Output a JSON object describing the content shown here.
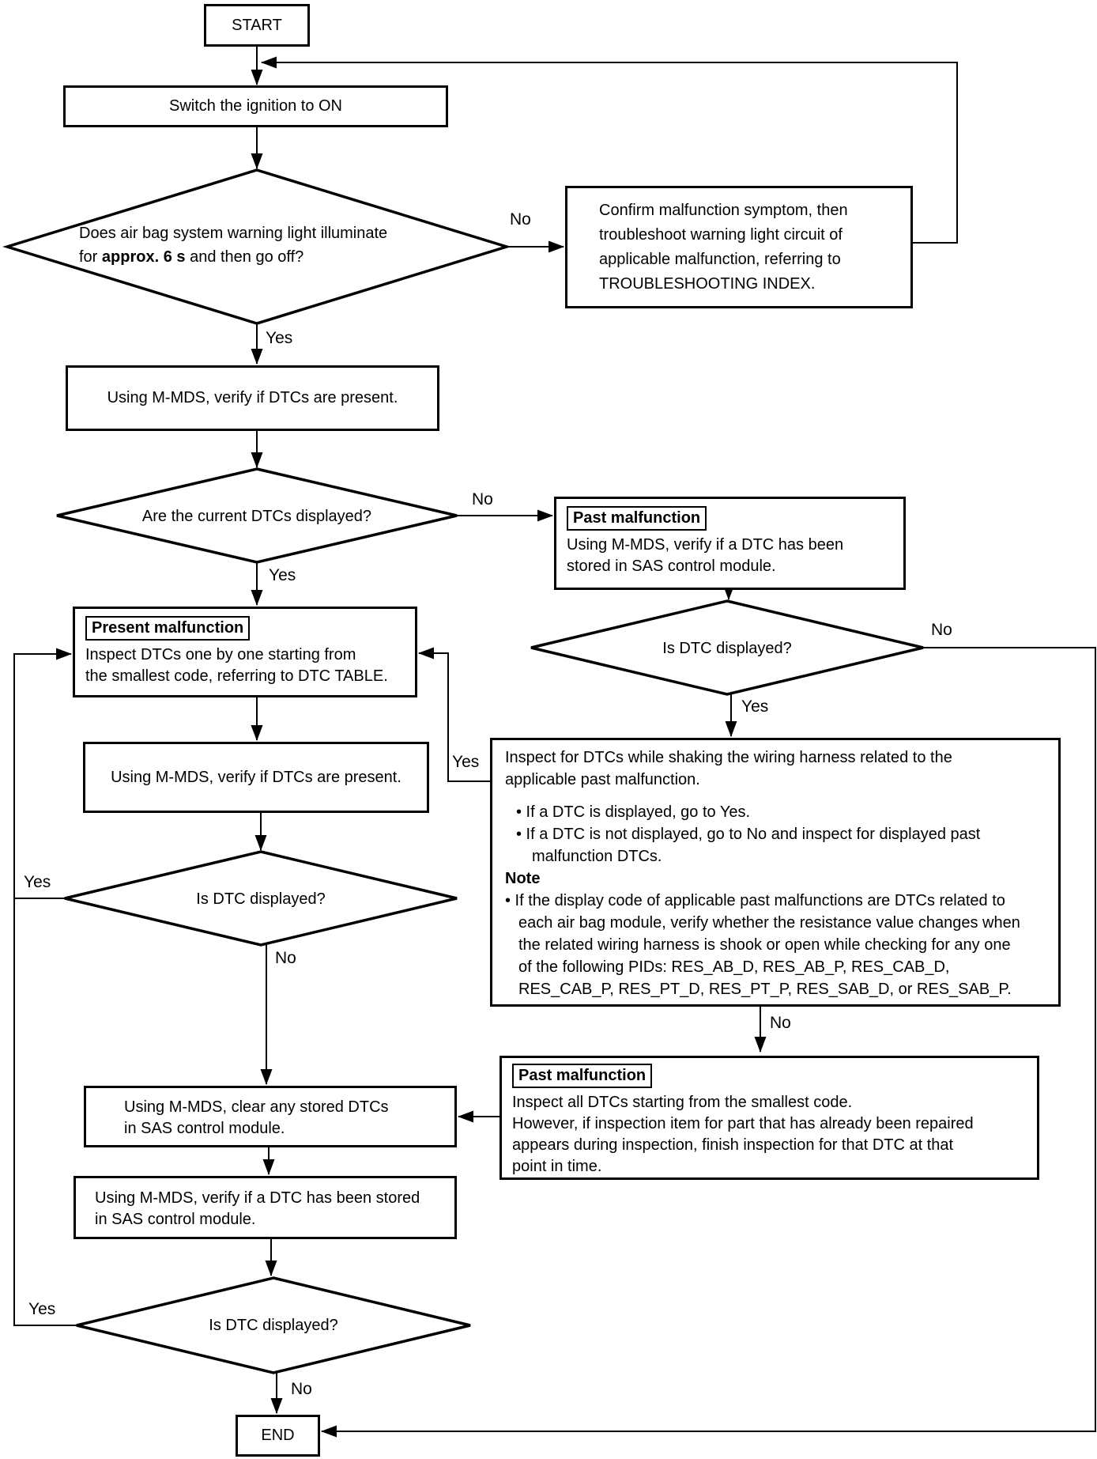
{
  "labels": {
    "yes": "Yes",
    "no": "No"
  },
  "nodes": {
    "start": {
      "label": "START"
    },
    "switch_ignition": {
      "label": "Switch the ignition to ON"
    },
    "warning_light": {
      "line1": "Does air bag system warning light illuminate",
      "line2_prefix": "for ",
      "line2_bold": "approx. 6 s",
      "line2_suffix": " and then go off?"
    },
    "confirm_malfunction": {
      "lines": [
        "Confirm malfunction symptom, then",
        "troubleshoot warning light circuit of",
        "applicable malfunction, referring to",
        "TROUBLESHOOTING INDEX."
      ]
    },
    "verify_dtcs_present_1": {
      "label": "Using M-MDS, verify if DTCs are present."
    },
    "current_dtcs_displayed": {
      "label": "Are the current DTCs displayed?"
    },
    "past_malfunction_check": {
      "tag": "Past malfunction",
      "lines": [
        "Using M-MDS, verify if a DTC has been",
        "stored in SAS control module."
      ]
    },
    "dtc_displayed_right": {
      "label": "Is DTC displayed?"
    },
    "present_malfunction": {
      "tag": "Present malfunction",
      "lines": [
        "Inspect DTCs one by one starting from",
        "the smallest code, referring to DTC TABLE."
      ]
    },
    "verify_dtcs_present_2": {
      "label": "Using M-MDS, verify if DTCs are present."
    },
    "dtc_displayed_left": {
      "label": "Is DTC displayed?"
    },
    "shake_harness": {
      "lines": [
        "Inspect for DTCs while shaking the wiring harness related to the",
        "applicable past malfunction."
      ],
      "bullet1": "• If a DTC is displayed, go to Yes.",
      "bullet2_line1": "• If a DTC is not displayed, go to No and inspect for displayed past",
      "bullet2_line2": "malfunction DTCs.",
      "note_title": "Note",
      "note_lines": [
        "• If the display code of applicable past malfunctions are DTCs related to",
        "each air bag module, verify whether the resistance value changes when",
        "the related wiring harness is shook or open while checking for any one",
        "of the following PIDs: RES_AB_D, RES_AB_P, RES_CAB_D,",
        "RES_CAB_P, RES_PT_D, RES_PT_P, RES_SAB_D, or RES_SAB_P."
      ]
    },
    "past_malfunction_inspect": {
      "tag": "Past malfunction",
      "lines": [
        "Inspect all DTCs starting from the smallest code.",
        "However, if inspection item for part that has already been repaired",
        "appears during inspection, finish inspection for that DTC at that",
        "point in time."
      ]
    },
    "clear_dtcs": {
      "lines": [
        "Using M-MDS, clear any stored DTCs",
        "in SAS control module."
      ]
    },
    "verify_stored_dtc": {
      "lines": [
        "Using M-MDS, verify if a DTC has been stored",
        "in SAS control module."
      ]
    },
    "dtc_displayed_bottom": {
      "label": "Is DTC displayed?"
    },
    "end": {
      "label": "END"
    }
  }
}
